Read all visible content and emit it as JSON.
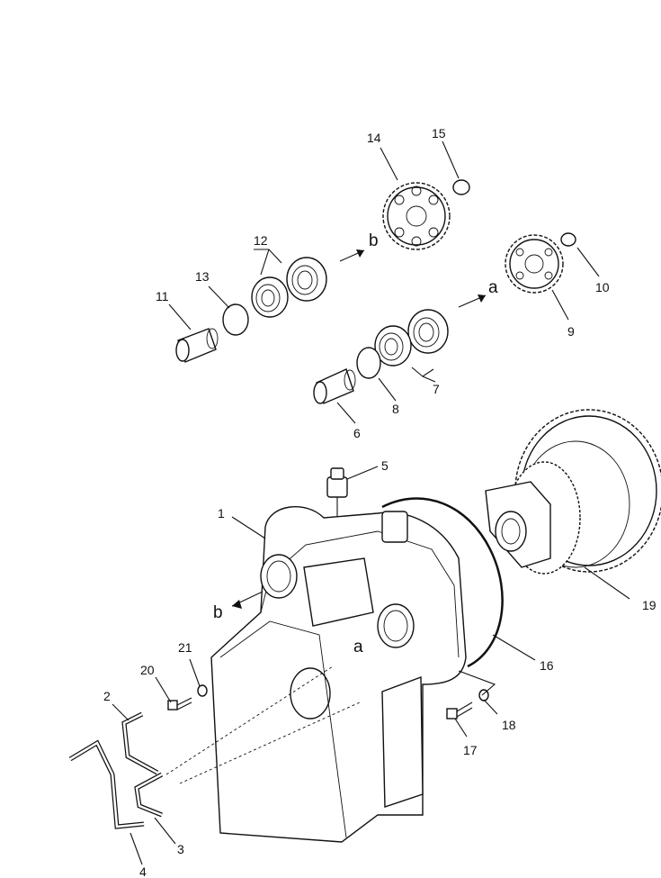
{
  "parts": {
    "p1": "1",
    "p2": "2",
    "p3": "3",
    "p4": "4",
    "p5": "5",
    "p6": "6",
    "p7": "7",
    "p8": "8",
    "p9": "9",
    "p10": "10",
    "p11": "11",
    "p12": "12",
    "p13": "13",
    "p14": "14",
    "p15": "15",
    "p16": "16",
    "p17": "17",
    "p18": "18",
    "p19": "19",
    "p20": "20",
    "p21": "21"
  },
  "refs": {
    "a": "a",
    "b": "b"
  }
}
